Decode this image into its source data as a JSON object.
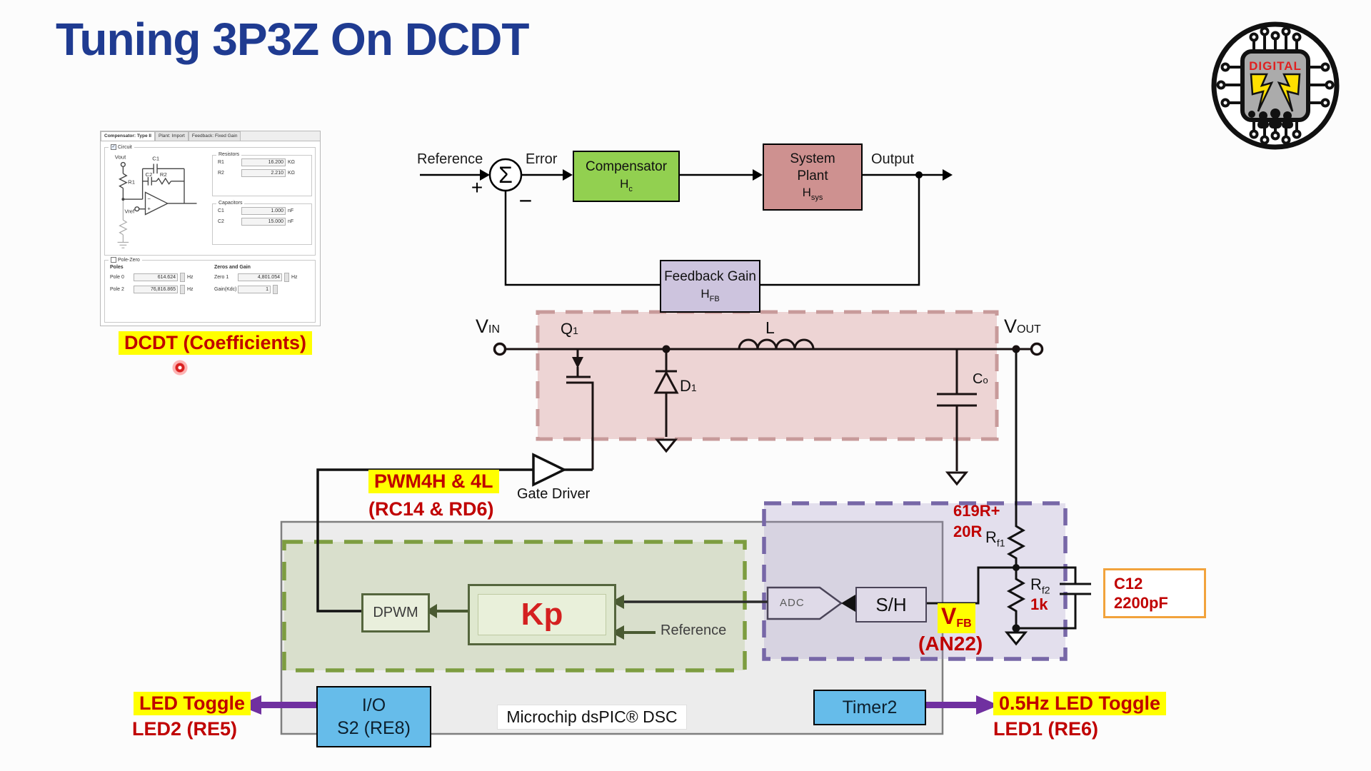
{
  "title": "Tuning 3P3Z On DCDT",
  "logo": {
    "text": "DIGITAL"
  },
  "colors": {
    "title_blue": "#1F3B91",
    "highlight": "#FFFF00",
    "red": "#C00000",
    "green_block": "#92D050",
    "rose_block": "#CE9190",
    "lavender_block": "#CDC4DE",
    "blue_box": "#66BCEA",
    "purple_arrow": "#7030A0",
    "kp_red": "#D42020",
    "c12_border": "#F2A33C",
    "pink_dash": "#c79a9a",
    "green_dash": "#7d9d40",
    "purple_dash": "#7767a7"
  },
  "dcdt_panel": {
    "tabs": [
      {
        "label": "Compensator: Type II"
      },
      {
        "label": "Plant: Import"
      },
      {
        "label": "Feedback: Fixed Gain"
      }
    ],
    "circuit_label": "Circuit",
    "circuit": {
      "vout": "Vout",
      "vref": "Vref",
      "r1": "R1",
      "r2": "R2",
      "c1": "C1",
      "c2": "C2",
      "minus": "−",
      "plus": "+"
    },
    "resistors": {
      "legend": "Resistors",
      "rows": [
        {
          "label": "R1",
          "value": "16.200",
          "unit": "KΩ"
        },
        {
          "label": "R2",
          "value": "2.210",
          "unit": "KΩ"
        }
      ]
    },
    "capacitors": {
      "legend": "Capacitors",
      "rows": [
        {
          "label": "C1",
          "value": "1.000",
          "unit": "nF"
        },
        {
          "label": "C2",
          "value": "15.000",
          "unit": "nF"
        }
      ]
    },
    "polezero": {
      "legend": "Pole-Zero",
      "poles_legend": "Poles",
      "pole_rows": [
        {
          "label": "Pole 0",
          "value": "614.624",
          "unit": "Hz"
        },
        {
          "label": "Pole 2",
          "value": "76,816.865",
          "unit": "Hz"
        }
      ],
      "zeros_legend": "Zeros and Gain",
      "zero_rows": [
        {
          "label": "Zero 1",
          "value": "4,801.054",
          "unit": "Hz"
        },
        {
          "label": "Gain(Kdc)",
          "value": "1",
          "unit": ""
        }
      ]
    }
  },
  "callouts": {
    "dcdt": "DCDT (Coefficients)",
    "pwm": "PWM4H & 4L",
    "pwm_pins": "(RC14 & RD6)",
    "gate_driver": "Gate Driver",
    "led_left_1": "LED Toggle",
    "led_left_2": "LED2 (RE5)",
    "led_right_1": "0.5Hz LED Toggle",
    "led_right_2": "LED1 (RE6)",
    "r_top_1": "619R+",
    "r_top_2": "20R",
    "rf1": "R",
    "rf1_sub": "f1",
    "rf2": "R",
    "rf2_sub": "f2",
    "rf2_val": "1k",
    "c12_name": "C12",
    "c12_val": "2200pF",
    "vfb": "V",
    "vfb_sub": "FB",
    "vfb_pin": "(AN22)"
  },
  "loop": {
    "reference": "Reference",
    "error": "Error",
    "output": "Output",
    "plus": "+",
    "minus": "−",
    "sigma": "Σ",
    "compensator": {
      "name": "Compensator",
      "h": "H",
      "sub": "c"
    },
    "plant": {
      "name1": "System",
      "name2": "Plant",
      "h": "H",
      "sub": "sys"
    },
    "feedback": {
      "name": "Feedback Gain",
      "h": "H",
      "sub": "FB"
    }
  },
  "converter": {
    "vin": "V",
    "vin_sub": "IN",
    "vout": "V",
    "vout_sub": "OUT",
    "q1": "Q",
    "q1_sub": "1",
    "d1": "D",
    "d1_sub": "1",
    "l": "L",
    "co": "C",
    "co_sub": "o"
  },
  "mcu": {
    "name": "Microchip dsPIC® DSC",
    "dpwm": "DPWM",
    "kp": "Kp",
    "adc": "ADC",
    "sh": "S/H",
    "reference": "Reference",
    "io_line1": "I/O",
    "io_line2": "S2 (RE8)",
    "timer": "Timer2"
  }
}
